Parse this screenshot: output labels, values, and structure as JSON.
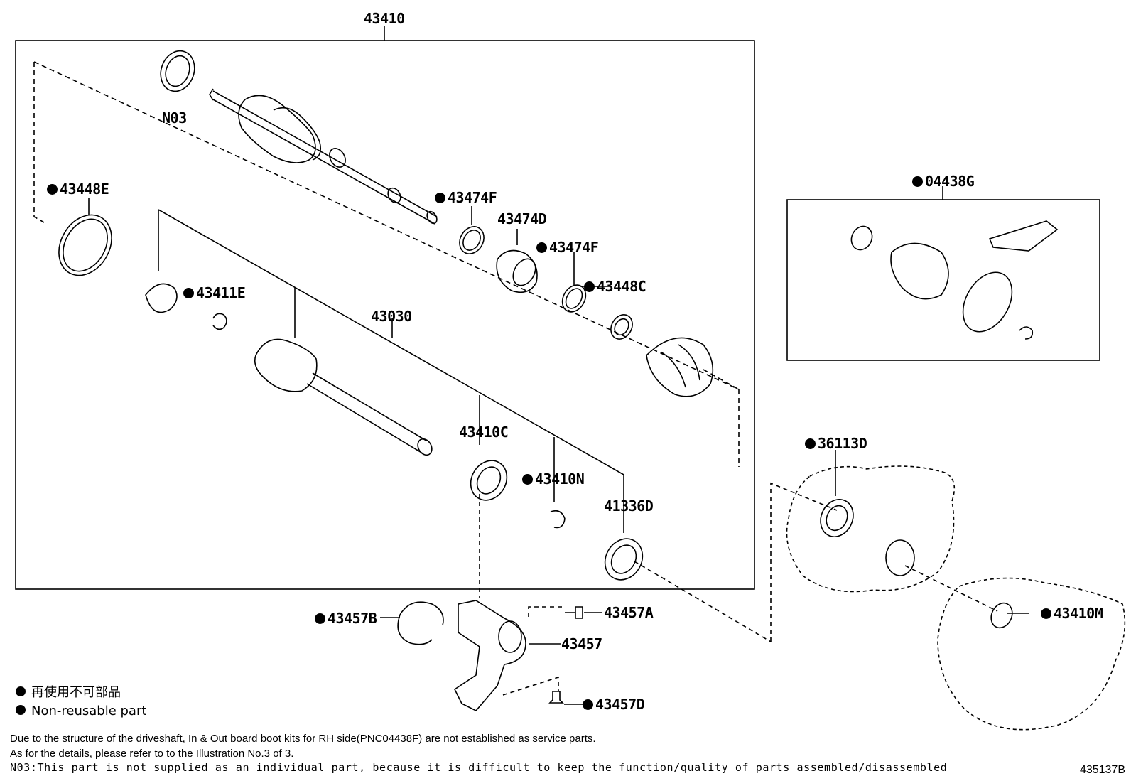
{
  "labels": {
    "assy": "43410",
    "n03": "N03",
    "p43448E": "43448E",
    "p43474F_a": "43474F",
    "p43474D": "43474D",
    "p43474F_b": "43474F",
    "p43411E": "43411E",
    "p43448C": "43448C",
    "p43030": "43030",
    "p43410C": "43410C",
    "p43410N": "43410N",
    "p41336D": "41336D",
    "p04438G": "04438G",
    "p36113D": "36113D",
    "p43410M": "43410M",
    "p43457B": "43457B",
    "p43457A": "43457A",
    "p43457": "43457",
    "p43457D": "43457D"
  },
  "legend": {
    "line_jp": "再使用不可部品",
    "line_en": "Non-reusable part"
  },
  "notes": {
    "line1": "Due to the structure of the driveshaft, In & Out board  boot kits for RH side(PNC04438F) are not established as service parts.",
    "line2": "As for the details, please refer to to the Illustration No.3 of 3.",
    "line3": "N03:This part is not supplied as an individual part, because it is difficult to keep the function/quality of parts assembled/disassembled"
  },
  "figure_id": "435137B"
}
